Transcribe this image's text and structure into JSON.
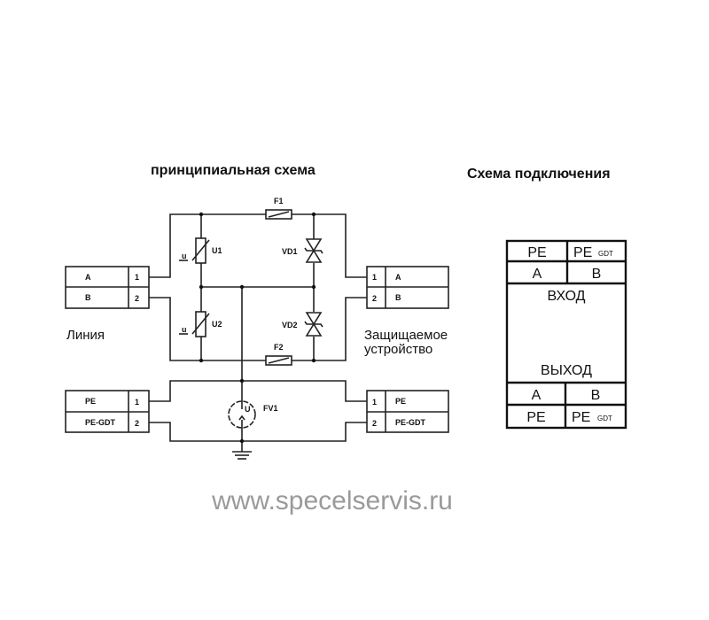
{
  "titles": {
    "schematic": "принципиальная схема",
    "connection": "Схема подключения"
  },
  "watermark": "www.specelservis.ru",
  "left_line_block": {
    "rows": [
      {
        "name": "A",
        "pin": "1"
      },
      {
        "name": "B",
        "pin": "2"
      }
    ],
    "caption": "Линия"
  },
  "right_line_block": {
    "rows": [
      {
        "name": "A",
        "pin": "1"
      },
      {
        "name": "B",
        "pin": "2"
      }
    ],
    "caption_line1": "Защищаемое",
    "caption_line2": "устройство"
  },
  "left_pe_block": {
    "rows": [
      {
        "name": "PE",
        "pin": "1"
      },
      {
        "name": "PE-GDT",
        "pin": "2"
      }
    ]
  },
  "right_pe_block": {
    "rows": [
      {
        "name": "PE",
        "pin": "1"
      },
      {
        "name": "PE-GDT",
        "pin": "2"
      }
    ]
  },
  "components": {
    "f1": "F1",
    "f2": "F2",
    "u1": "U1",
    "u2": "U2",
    "vd1": "VD1",
    "vd2": "VD2",
    "fv1": "FV1",
    "u_mark": "u",
    "fv_mark": "U"
  },
  "connection_table": {
    "top_row1": [
      "PE",
      "PE",
      "GDT"
    ],
    "top_row2": [
      "A",
      "B"
    ],
    "input_label": "ВХОД",
    "output_label": "ВЫХОД",
    "bottom_row1": [
      "A",
      "B"
    ],
    "bottom_row2": [
      "PE",
      "PE",
      "GDT"
    ]
  }
}
